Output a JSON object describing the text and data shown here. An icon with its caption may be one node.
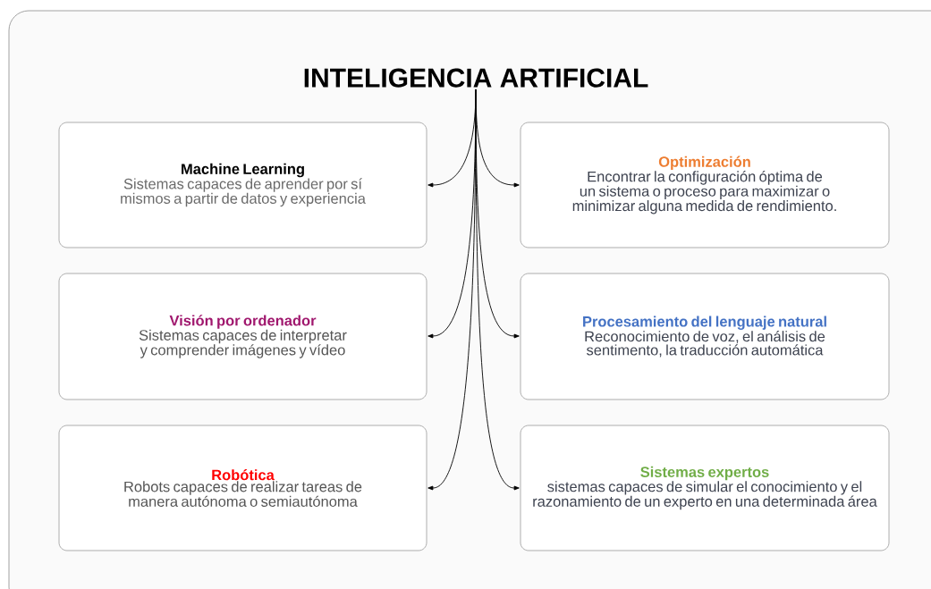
{
  "diagram": {
    "nodes": [
      {
        "text": [
          "INTELIGENCIA ARTIFICIAL"
        ]
      },
      {
        "text": [
          "Machine Learning",
          "Sistemas capaces de aprender por sí mismos a partir de datos y experiencia"
        ]
      },
      {
        "text": [
          "Optimización",
          "Encontrar la configuración óptima de un sistema o proceso para maximizar o minimizar alguna medida de rendimiento."
        ]
      },
      {
        "text": [
          "Visión por ordenador",
          "Sistemas capaces de interpretar y comprender imágenes y vídeo"
        ]
      },
      {
        "text": [
          "Procesamiento del lenguaje natural",
          "Reconocimiento de voz, el análisis de sentimento, la traducción automática"
        ]
      },
      {
        "text": [
          "Robótica",
          "Robots capaces de realizar tareas de manera autónoma o semiautónoma"
        ]
      },
      {
        "text": [
          "Sistemas expertos",
          "sistemas capaces de simular el conocimiento y el razonamiento de un experto en una determinada área"
        ]
      }
    ],
    "edges": [
      {
        "from": 0,
        "to": 1,
        "arrow": "to"
      },
      {
        "from": 0,
        "to": 2,
        "arrow": "to"
      },
      {
        "from": 0,
        "to": 3,
        "arrow": "to"
      },
      {
        "from": 0,
        "to": 4,
        "arrow": "to"
      },
      {
        "from": 0,
        "to": 5,
        "arrow": "to"
      },
      {
        "from": 0,
        "to": 6,
        "arrow": "to"
      }
    ]
  }
}
